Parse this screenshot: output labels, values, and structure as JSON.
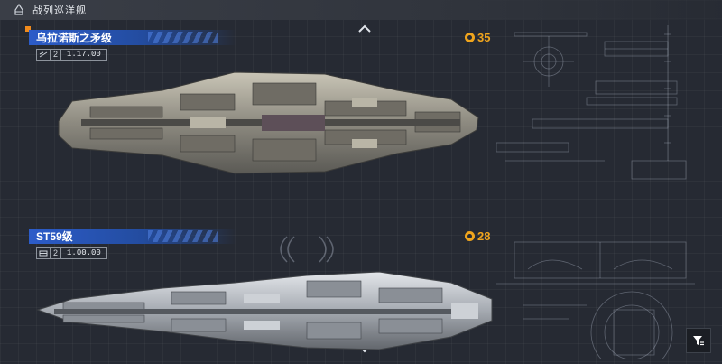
{
  "header": {
    "title": "战列巡洋舰"
  },
  "ships": [
    {
      "name": "乌拉诺斯之矛级",
      "tier": "2",
      "scale": "1.17.00",
      "cost": "35"
    },
    {
      "name": "ST59级",
      "tier": "2",
      "scale": "1.00.00",
      "cost": "28"
    }
  ],
  "colors": {
    "accent_blue": "#2c5cc9",
    "cost_gold": "#f0a51d",
    "selected_marker": "#f08a1c"
  },
  "icons": {
    "header": "ship-hat-icon",
    "scroll_up": "chevron-up-icon",
    "scroll_down": "chevron-down-icon",
    "filter": "filter-icon",
    "cost": "coin-icon"
  }
}
